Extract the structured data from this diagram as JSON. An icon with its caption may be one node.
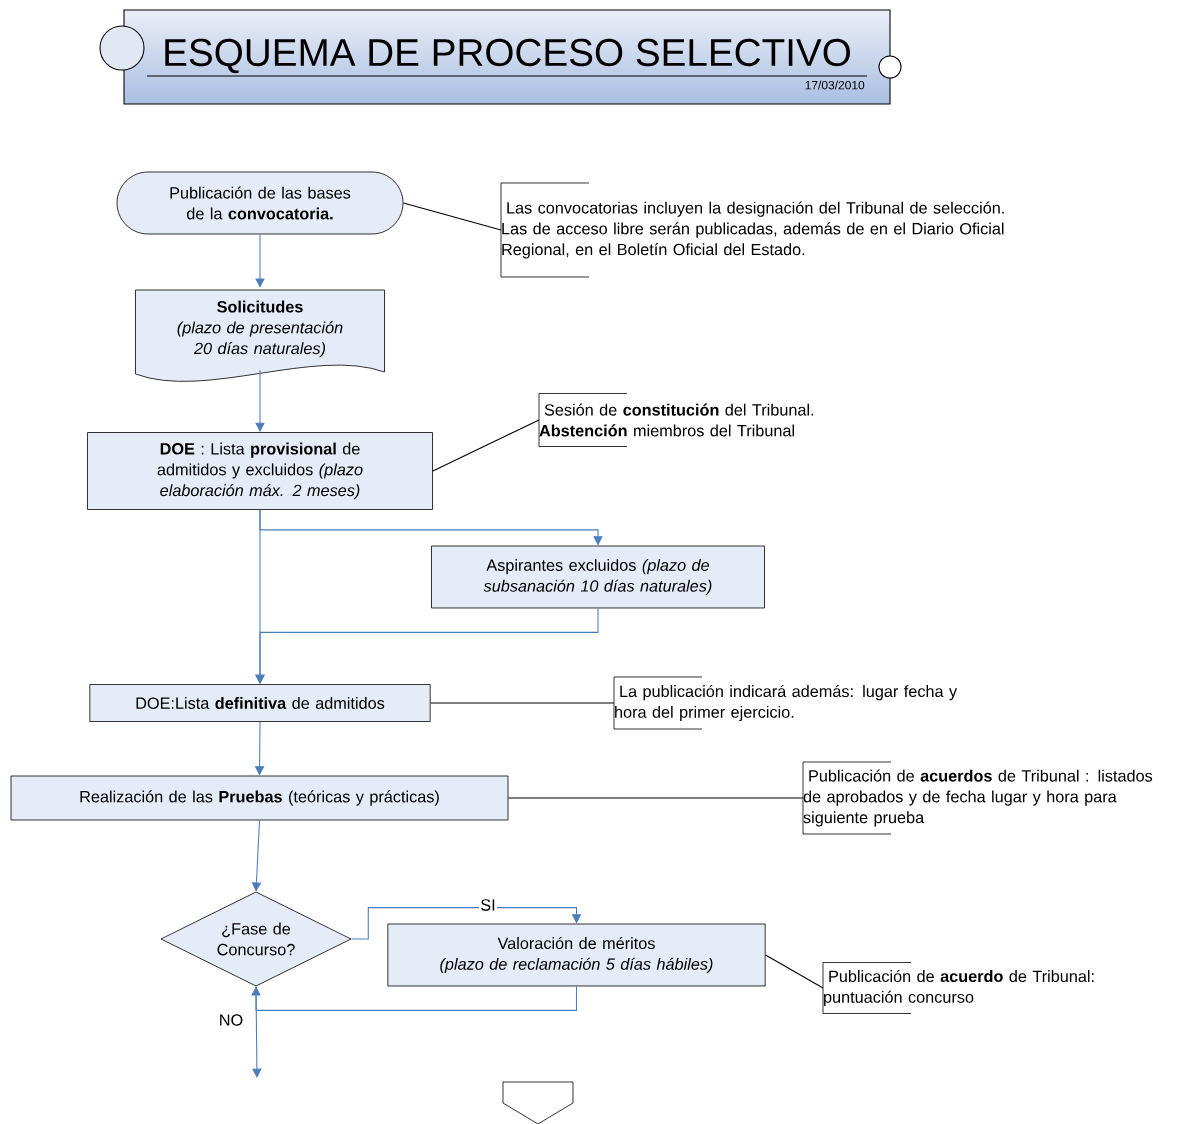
{
  "diagram": {
    "nodes": [
      {
        "text": [
          "ESQUEMA DE PROCESO SELECTIVO",
          "17/03/2010"
        ]
      },
      {
        "text": [
          "Publicación de las bases de la **convocatoria.**"
        ]
      },
      {
        "text": [
          "Las convocatorias incluyen la designación del Tribunal de selección. Las de acceso libre serán publicadas, además de en el Diario Oficial Regional, en el Boletín Oficial del Estado."
        ]
      },
      {
        "text": [
          "Solicitudes",
          "(plazo de presentación 20 días naturales)"
        ]
      },
      {
        "text": [
          "**DOE** : Lista **provisional** de admitidos y excluidos *(plazo elaboración máx. 2 meses)*"
        ]
      },
      {
        "text": [
          "Sesión de **constitución** del Tribunal. **Abstención** miembros del Tribunal"
        ]
      },
      {
        "text": [
          "Aspirantes excluidos *(plazo de subsanación 10 días naturales)*"
        ]
      },
      {
        "text": [
          "DOE:Lista **definitiva** de admitidos"
        ]
      },
      {
        "text": [
          "La publicación indicará además: lugar fecha y hora del primer ejercicio."
        ]
      },
      {
        "text": [
          "Realización de las **Pruebas** (teóricas y prácticas)"
        ]
      },
      {
        "text": [
          "Publicación de **acuerdos** de Tribunal : listados de aprobados y de fecha lugar y hora para siguiente prueba"
        ]
      },
      {
        "text": [
          "¿Fase de Concurso?"
        ]
      },
      {
        "text": [
          "Valoración de méritos",
          "(plazo de reclamación 5 días hábiles)"
        ]
      },
      {
        "text": [
          "Publicación de **acuerdo** de Tribunal: puntuación concurso"
        ]
      },
      {
        "text": [],
        "shape": "pentagon"
      }
    ],
    "edges": [
      {
        "from": 1,
        "to": 3,
        "arrow": "to"
      },
      {
        "from": 2,
        "to": 1,
        "arrow": "none",
        "color": "#000000"
      },
      {
        "from": 3,
        "to": 4,
        "arrow": "to"
      },
      {
        "from": 5,
        "to": 4,
        "arrow": "none",
        "color": "#000000"
      },
      {
        "from": 4,
        "to": 6,
        "arrow": "to"
      },
      {
        "from": 4,
        "to": 7,
        "arrow": "to"
      },
      {
        "from": 6,
        "to": 7,
        "arrow": "to"
      },
      {
        "from": 8,
        "to": 7,
        "arrow": "none",
        "color": "#000000"
      },
      {
        "from": 7,
        "to": 9,
        "arrow": "to"
      },
      {
        "from": 10,
        "to": 9,
        "arrow": "none",
        "color": "#000000"
      },
      {
        "from": 9,
        "to": 11,
        "arrow": "to"
      },
      {
        "from": 11,
        "to": 12,
        "arrow": "to",
        "label": "SI"
      },
      {
        "from": 12,
        "to": 11,
        "arrow": "to"
      },
      {
        "from": 11,
        "to": null,
        "arrow": "to",
        "label": "NO"
      },
      {
        "from": 13,
        "to": 12,
        "arrow": "none",
        "color": "#000000"
      }
    ]
  }
}
